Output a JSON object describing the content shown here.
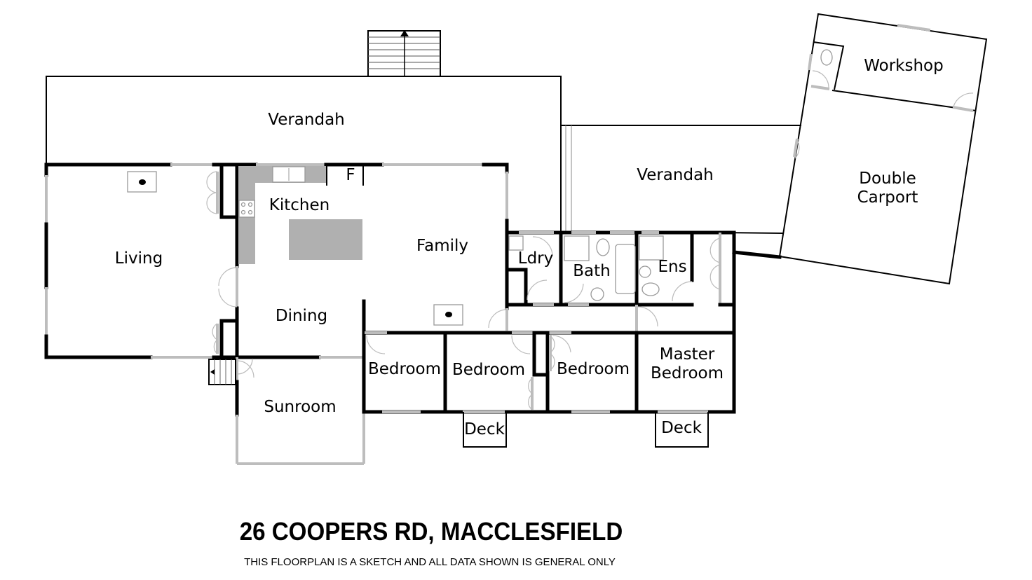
{
  "floorplan": {
    "address": "26 COOPERS RD, MACCLESFIELD",
    "disclaimer": "THIS FLOORPLAN IS A SKETCH AND ALL DATA SHOWN IS GENERAL ONLY",
    "rooms": {
      "verandah_front": "Verandah",
      "verandah_side": "Verandah",
      "living": "Living",
      "kitchen": "Kitchen",
      "fridge": "F",
      "family": "Family",
      "dining": "Dining",
      "sunroom": "Sunroom",
      "laundry": "Ldry",
      "bath": "Bath",
      "ensuite": "Ens",
      "bedroom1": "Bedroom",
      "bedroom2": "Bedroom",
      "bedroom3": "Bedroom",
      "master_line1": "Master",
      "master_line2": "Bedroom",
      "deck1": "Deck",
      "deck2": "Deck",
      "workshop": "Workshop",
      "carport_line1": "Double",
      "carport_line2": "Carport"
    }
  }
}
